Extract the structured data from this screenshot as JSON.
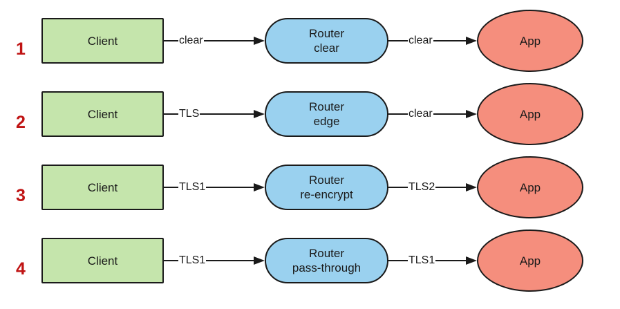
{
  "diagram": {
    "description": "Four router TLS termination modes: client-to-router and router-to-app connection types",
    "colors": {
      "client_fill": "#c5e5ac",
      "router_fill": "#9ad1ef",
      "app_fill": "#f58e7d",
      "stroke": "#1a1a1a",
      "row_number": "#c01414",
      "bg": "#ffffff"
    },
    "rows": [
      {
        "number": "1",
        "client": "Client",
        "link1": "clear",
        "router_line1": "Router",
        "router_line2": "clear",
        "link2": "clear",
        "app": "App"
      },
      {
        "number": "2",
        "client": "Client",
        "link1": "TLS",
        "router_line1": "Router",
        "router_line2": "edge",
        "link2": "clear",
        "app": "App"
      },
      {
        "number": "3",
        "client": "Client",
        "link1": "TLS1",
        "router_line1": "Router",
        "router_line2": "re-encrypt",
        "link2": "TLS2",
        "app": "App"
      },
      {
        "number": "4",
        "client": "Client",
        "link1": "TLS1",
        "router_line1": "Router",
        "router_line2": "pass-through",
        "link2": "TLS1",
        "app": "App"
      }
    ]
  }
}
